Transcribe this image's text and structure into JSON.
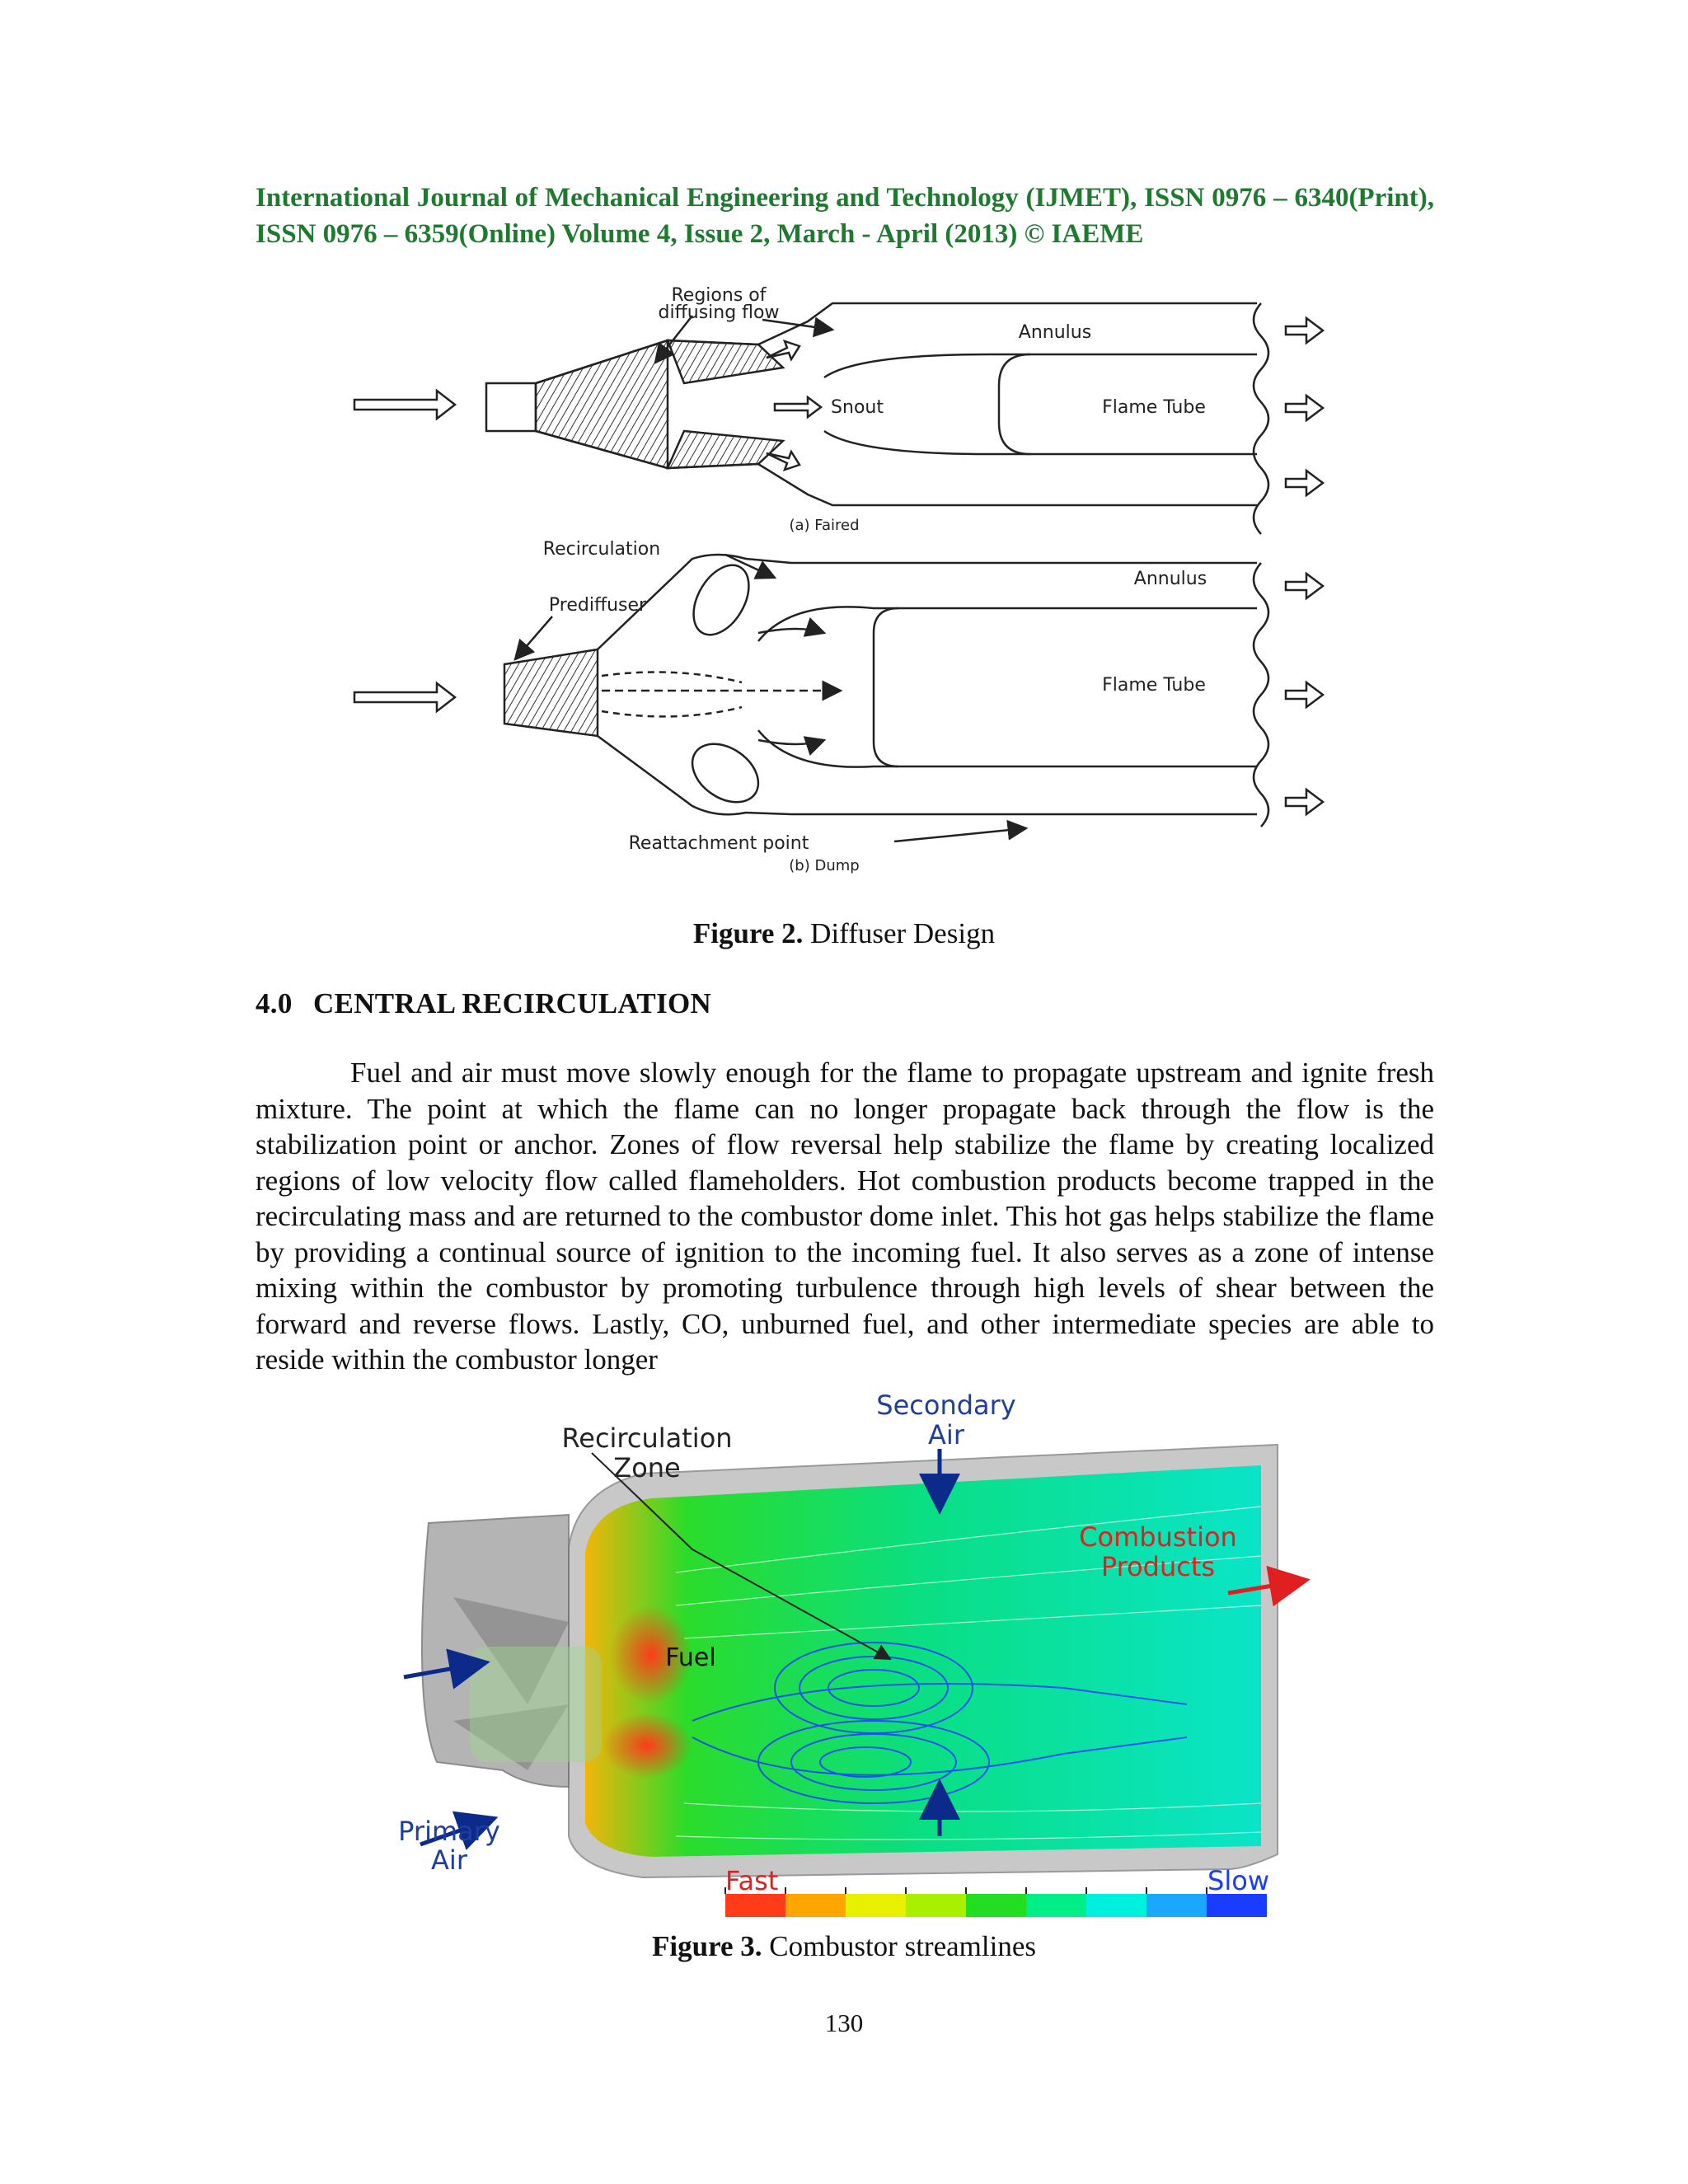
{
  "header": {
    "text": "International Journal of Mechanical Engineering and Technology (IJMET), ISSN 0976 – 6340(Print), ISSN 0976 – 6359(Online) Volume 4, Issue 2, March - April (2013) © IAEME"
  },
  "figure2": {
    "caption_label": "Figure 2.",
    "caption_text": "Diffuser Design",
    "faired": {
      "regions_label_1": "Regions of",
      "regions_label_2": "diffusing flow",
      "annulus": "Annulus",
      "snout": "Snout",
      "flame_tube": "Flame Tube",
      "subcaption": "(a) Faired"
    },
    "dump": {
      "recirculation": "Recirculation",
      "prediffuser": "Prediffuser",
      "annulus": "Annulus",
      "flame_tube": "Flame Tube",
      "reattachment": "Reattachment point",
      "subcaption": "(b) Dump"
    }
  },
  "section": {
    "number": "4.0",
    "title": "CENTRAL RECIRCULATION"
  },
  "body_paragraph": "Fuel and air must move slowly enough for the flame to propagate upstream and ignite fresh mixture. The point at which the flame can no longer propagate back through the flow is the stabilization point or anchor. Zones of flow reversal help stabilize the flame by creating localized regions of low velocity flow called flameholders. Hot combustion products become trapped in the recirculating mass and are returned to the combustor dome inlet. This hot gas helps stabilize the flame by providing a continual source of ignition to the incoming fuel. It also serves as a zone of intense mixing within the combustor by promoting turbulence through high levels of shear between the forward and reverse flows. Lastly, CO, unburned fuel, and other intermediate species are able to reside within the combustor longer",
  "figure3": {
    "caption_label": "Figure 3.",
    "caption_text": "Combustor streamlines",
    "secondary_air_1": "Secondary",
    "secondary_air_2": "Air",
    "recirculation_1": "Recirculation",
    "recirculation_2": "Zone",
    "combustion_1": "Combustion",
    "combustion_2": "Products",
    "fuel": "Fuel",
    "primary_air_1": "Primary",
    "primary_air_2": "Air",
    "fast": "Fast",
    "slow": "Slow",
    "legend_colors": [
      "#ff3b1a",
      "#ffa500",
      "#e6f000",
      "#a8f000",
      "#22dd22",
      "#00ee88",
      "#00f0e0",
      "#1aa8ff",
      "#1a3cff"
    ]
  },
  "page_number": "130"
}
